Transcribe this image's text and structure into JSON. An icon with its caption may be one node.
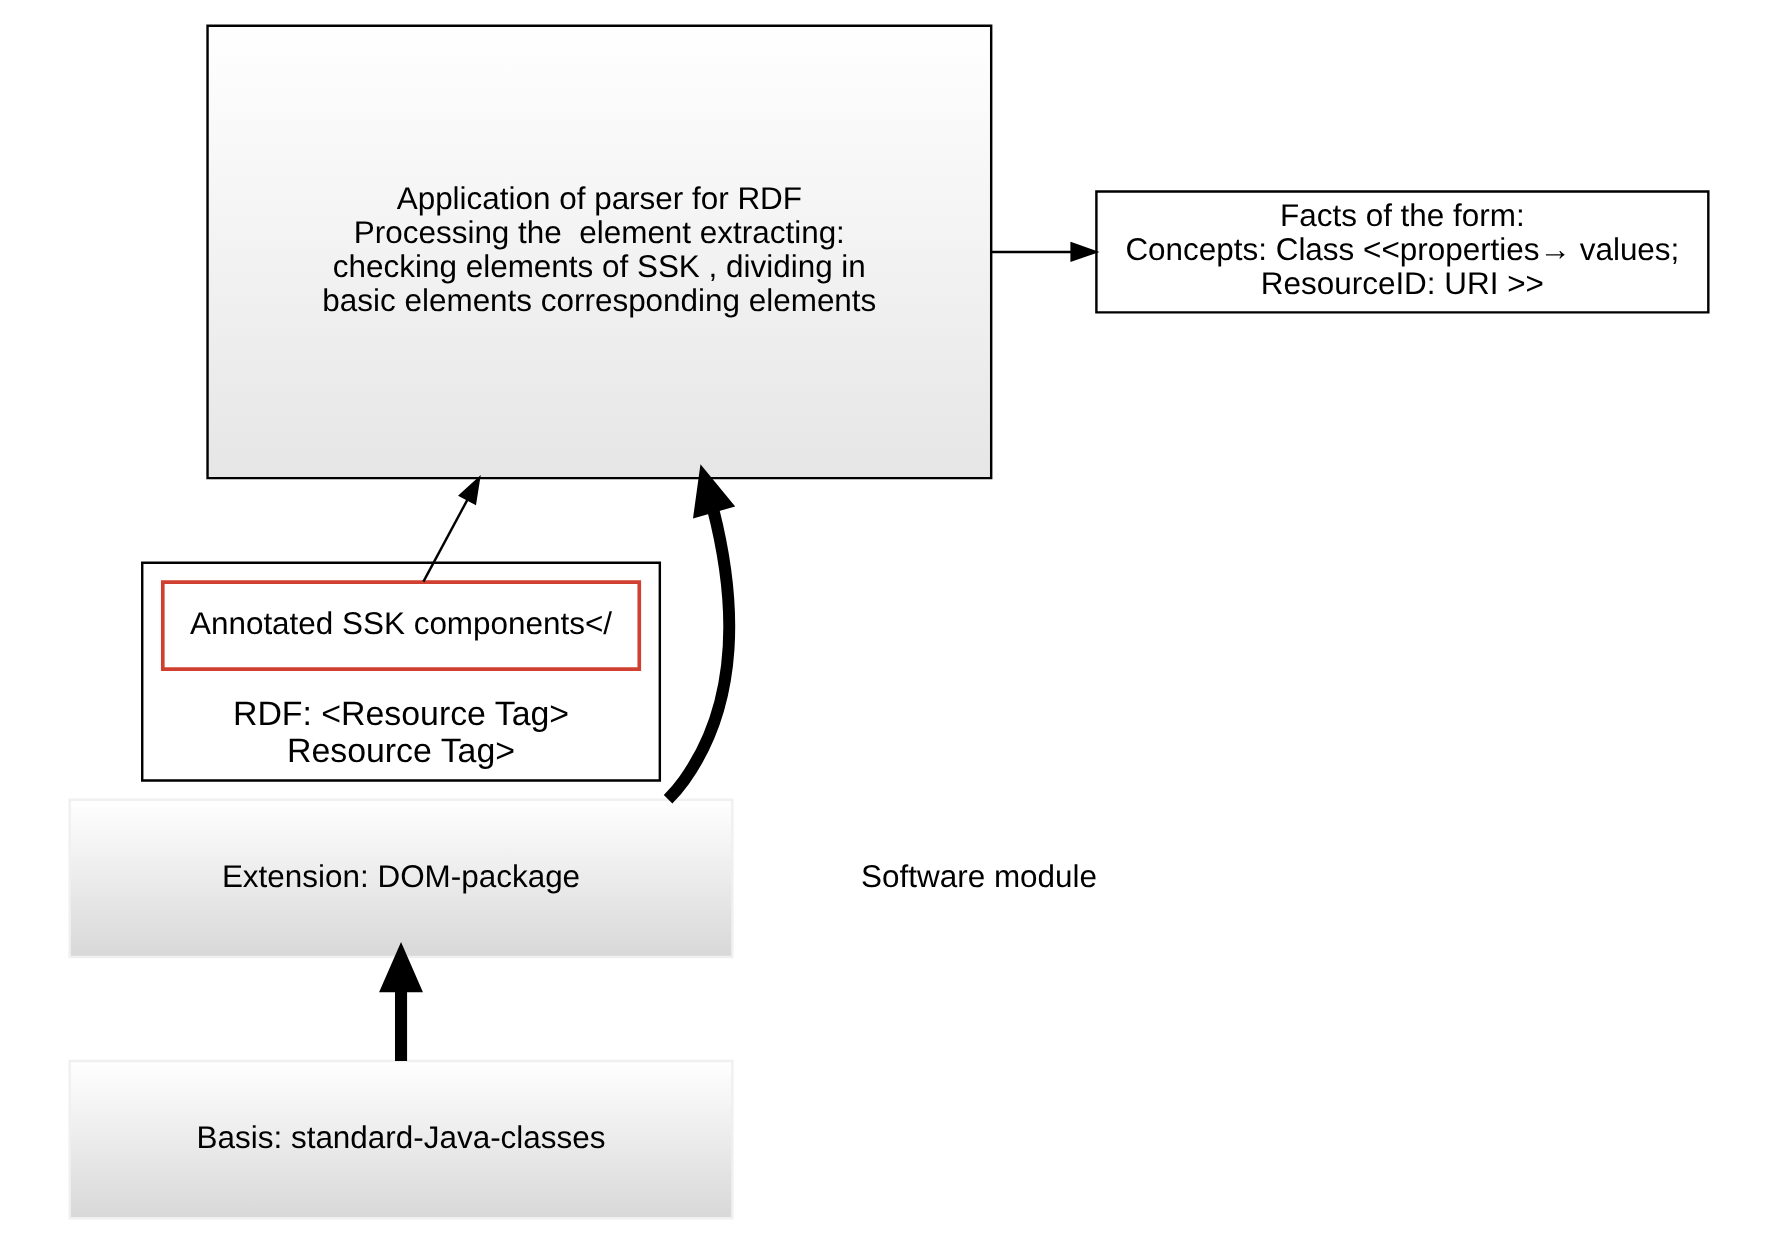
{
  "diagram": {
    "nodes": [
      {
        "text": [
          "RDF: <Resource Tag>",
          "Resource Tag>"
        ]
      },
      {
        "text": [
          "Annotated SSK components</"
        ],
        "in": 0
      },
      {
        "text": [
          "Application of parser for RDF",
          "Processing the  element extracting: checking elements of SSK , dividing in basic elements corresponding elements"
        ]
      },
      {
        "text": [
          "Facts of the form:",
          "Concepts: Class <<properties→ values; ResourceID: URI >>"
        ]
      },
      {
        "text": [
          "Extension: DOM-package"
        ]
      },
      {
        "text": [
          "Basis: standard-Java-classes"
        ]
      }
    ],
    "edges": [
      {
        "from": 1,
        "to": 2,
        "arrow": "to"
      },
      {
        "from": 2,
        "to": 3,
        "arrow": "to"
      },
      {
        "from": 4,
        "to": 2,
        "arrow": "to",
        "style": "thick"
      },
      {
        "from": 5,
        "to": 4,
        "arrow": "to",
        "style": "thick"
      }
    ],
    "labels": [
      "Software module"
    ]
  }
}
